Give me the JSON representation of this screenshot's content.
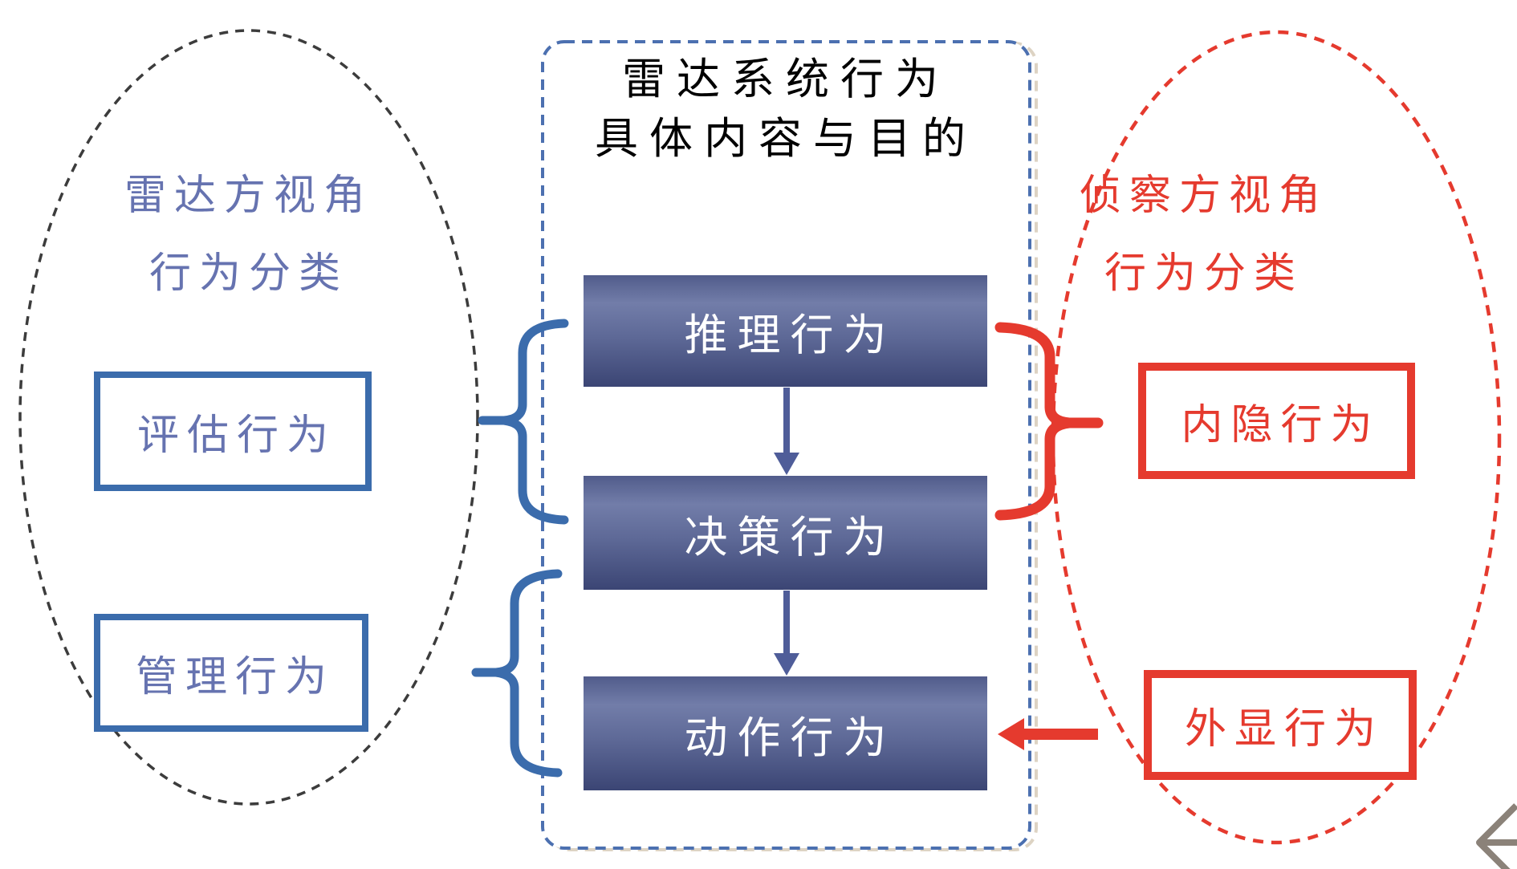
{
  "diagram": {
    "title": {
      "line1": "雷达系统行为",
      "line2": "具体内容与目的"
    },
    "left_group": {
      "label_line1": "雷达方视角",
      "label_line2": "行为分类",
      "boxes": [
        {
          "label": "评估行为"
        },
        {
          "label": "管理行为"
        }
      ]
    },
    "center_flow": {
      "boxes": [
        {
          "label": "推理行为"
        },
        {
          "label": "决策行为"
        },
        {
          "label": "动作行为"
        }
      ]
    },
    "right_group": {
      "label_line1": "侦察方视角",
      "label_line2": "行为分类",
      "boxes": [
        {
          "label": "内隐行为"
        },
        {
          "label": "外显行为"
        }
      ]
    },
    "colors": {
      "steel_blue_border": "#3b6cac",
      "periwinkle_text": "#6673b0",
      "red_accent": "#e53a2e",
      "panel_dash_blue": "#4c70b0",
      "arrow_blue": "#4f5d99",
      "flow_box_gradient_top": "#727da9",
      "flow_box_gradient_bottom": "#3b4574",
      "black_ellipse": "#3c3c3c",
      "corner_glyph_gray": "#8b8279"
    }
  }
}
